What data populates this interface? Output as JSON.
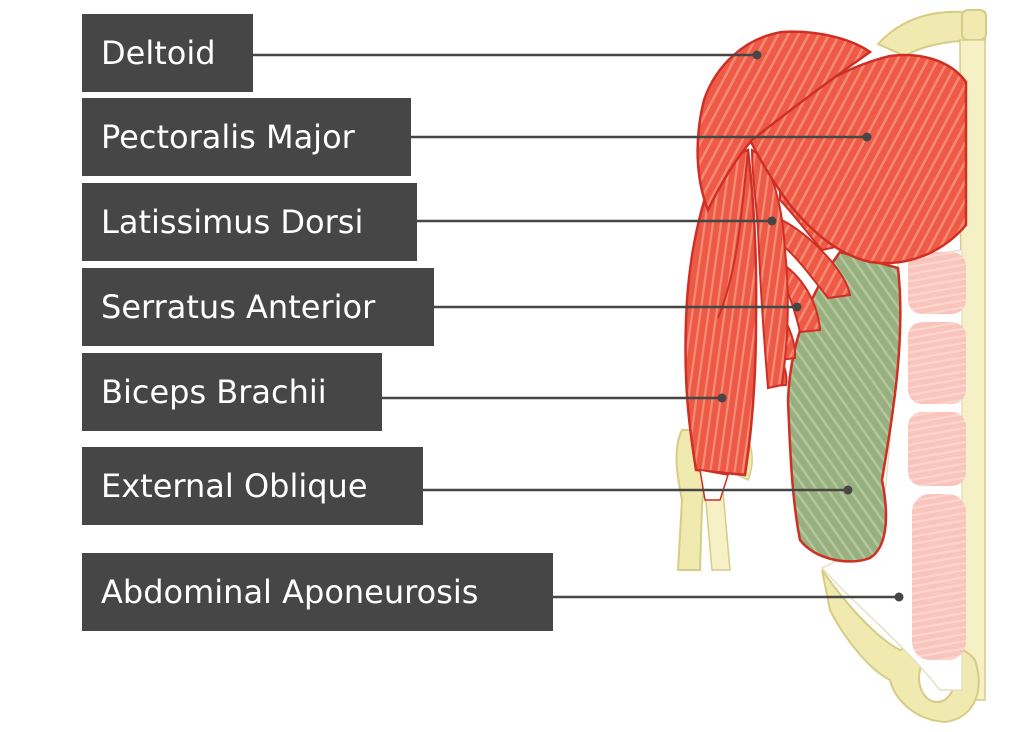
{
  "diagram": {
    "labels": {
      "deltoid": "Deltoid",
      "pectoralis_major": "Pectoralis Major",
      "latissimus_dorsi": "Latissimus Dorsi",
      "serratus_anterior": "Serratus Anterior",
      "biceps_brachii": "Biceps Brachii",
      "external_oblique": "External Oblique",
      "abdominal_aponeurosis": "Abdominal Aponeurosis"
    },
    "colors": {
      "label_bg": "#464646",
      "label_text": "#ffffff",
      "muscle_red": "#ee5a45",
      "muscle_outline": "#cf2f24",
      "oblique_green": "#98b07f",
      "bone": "#f1eab0",
      "rectus_pink": "#f8c4bb",
      "leader_line": "#464646"
    }
  }
}
